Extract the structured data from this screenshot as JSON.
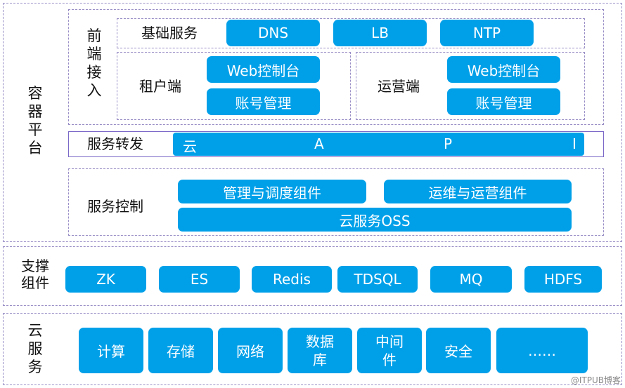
{
  "container_platform": {
    "label": "容器平台"
  },
  "frontend_access": {
    "label": "前端接入",
    "basic_services": {
      "label": "基础服务",
      "items": [
        "DNS",
        "LB",
        "NTP"
      ]
    },
    "tenant": {
      "label": "租户端",
      "items": [
        "Web控制台",
        "账号管理"
      ]
    },
    "operations": {
      "label": "运营端",
      "items": [
        "Web控制台",
        "账号管理"
      ]
    }
  },
  "service_forward": {
    "label": "服务转发",
    "api_chars": [
      "云",
      "A",
      "P",
      "I"
    ]
  },
  "service_control": {
    "label": "服务控制",
    "items": [
      "管理与调度组件",
      "运维与运营组件",
      "云服务OSS"
    ]
  },
  "support": {
    "label": "支撑组件",
    "items": [
      "ZK",
      "ES",
      "Redis",
      "TDSQL",
      "MQ",
      "HDFS"
    ]
  },
  "cloud_services": {
    "label": "云服务",
    "items": [
      "计算",
      "存储",
      "网络",
      "数据\n库",
      "中间\n件",
      "安全",
      "……"
    ]
  },
  "watermark": "@ITPUB博客",
  "colors": {
    "accent": "#00a0e9",
    "border": "#9a8ec6"
  }
}
